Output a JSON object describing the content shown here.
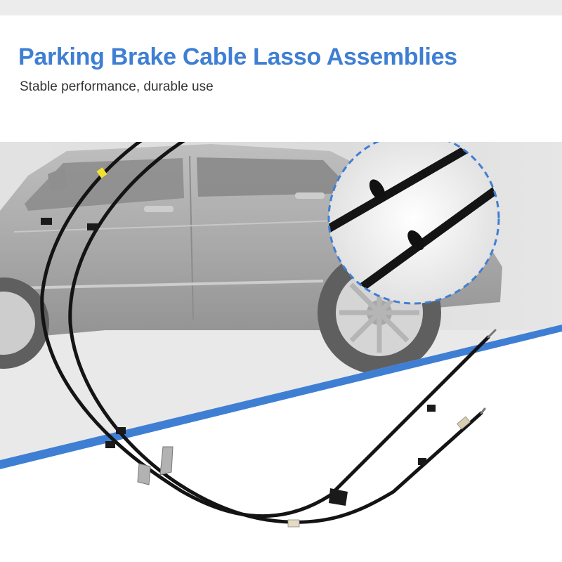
{
  "header": {
    "title": "Parking Brake Cable Lasso Assemblies",
    "subtitle": "Stable performance, durable use"
  },
  "colors": {
    "accent": "#3f7fd3",
    "subtitle_text": "#333333",
    "background_photo": "#d4d4d4",
    "cable": "#141414"
  },
  "images": {
    "car": "car-photo",
    "cables": "parking-brake-cables-photo",
    "zoom": "cable-grommet-zoom"
  }
}
